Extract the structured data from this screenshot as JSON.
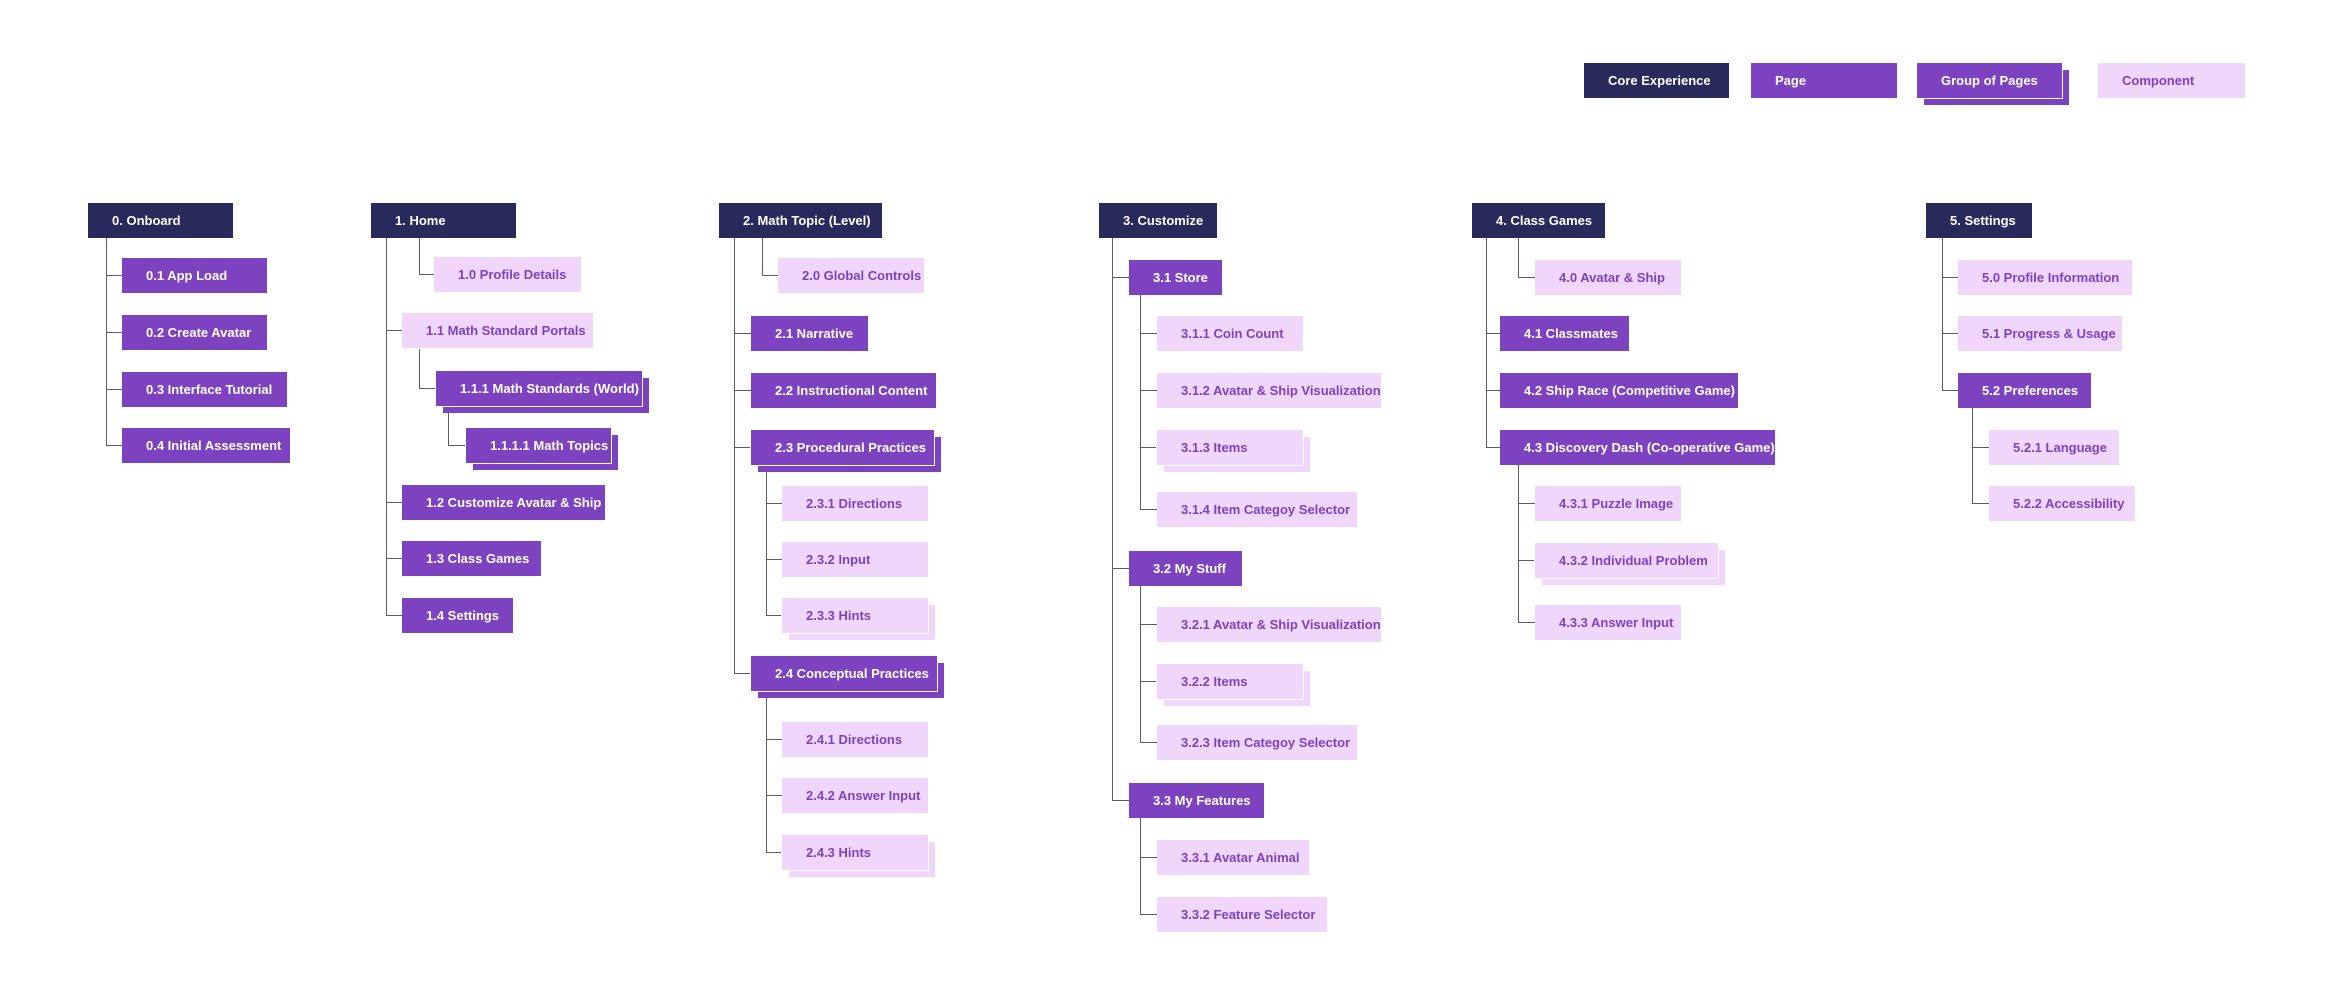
{
  "colors": {
    "core": "#292a5c",
    "page": "#7d42bf",
    "component": "#efd6fa",
    "component_text": "#7d42bf",
    "connector": "#5b5b6e"
  },
  "legend": [
    {
      "label": "Core Experience",
      "type": "core"
    },
    {
      "label": "Page",
      "type": "page"
    },
    {
      "label": "Group of Pages",
      "type": "group"
    },
    {
      "label": "Component",
      "type": "component"
    }
  ],
  "columns": [
    {
      "root": "0. Onboard",
      "children": [
        {
          "label": "0.1 App Load",
          "type": "page"
        },
        {
          "label": "0.2 Create Avatar",
          "type": "page"
        },
        {
          "label": "0.3 Interface Tutorial",
          "type": "page"
        },
        {
          "label": "0.4 Initial Assessment",
          "type": "page"
        }
      ]
    },
    {
      "root": "1. Home",
      "children": [
        {
          "label": "1.0 Profile Details",
          "type": "component"
        },
        {
          "label": "1.1 Math Standard Portals",
          "type": "component"
        },
        {
          "label": "1.1.1 Math Standards (World)",
          "type": "group"
        },
        {
          "label": "1.1.1.1 Math Topics",
          "type": "group"
        },
        {
          "label": "1.2 Customize Avatar & Ship",
          "type": "page"
        },
        {
          "label": "1.3 Class Games",
          "type": "page"
        },
        {
          "label": "1.4 Settings",
          "type": "page"
        }
      ]
    },
    {
      "root": "2. Math Topic (Level)",
      "children": [
        {
          "label": "2.0 Global Controls",
          "type": "component"
        },
        {
          "label": "2.1 Narrative",
          "type": "page"
        },
        {
          "label": "2.2 Instructional Content",
          "type": "page"
        },
        {
          "label": "2.3 Procedural Practices",
          "type": "group"
        },
        {
          "label": "2.3.1 Directions",
          "type": "component"
        },
        {
          "label": "2.3.2 Input",
          "type": "component"
        },
        {
          "label": "2.3.3 Hints",
          "type": "component-group"
        },
        {
          "label": "2.4 Conceptual Practices",
          "type": "group"
        },
        {
          "label": "2.4.1 Directions",
          "type": "component"
        },
        {
          "label": "2.4.2 Answer Input",
          "type": "component"
        },
        {
          "label": "2.4.3 Hints",
          "type": "component-group"
        }
      ]
    },
    {
      "root": "3. Customize",
      "children": [
        {
          "label": "3.1 Store",
          "type": "page"
        },
        {
          "label": "3.1.1 Coin Count",
          "type": "component"
        },
        {
          "label": "3.1.2 Avatar & Ship Visualization",
          "type": "component"
        },
        {
          "label": "3.1.3 Items",
          "type": "component-group"
        },
        {
          "label": "3.1.4 Item Categoy Selector",
          "type": "component"
        },
        {
          "label": "3.2 My Stuff",
          "type": "page"
        },
        {
          "label": "3.2.1 Avatar & Ship Visualization",
          "type": "component"
        },
        {
          "label": "3.2.2 Items",
          "type": "component-group"
        },
        {
          "label": "3.2.3 Item Categoy Selector",
          "type": "component"
        },
        {
          "label": "3.3 My Features",
          "type": "page"
        },
        {
          "label": "3.3.1 Avatar Animal",
          "type": "component"
        },
        {
          "label": "3.3.2 Feature Selector",
          "type": "component"
        }
      ]
    },
    {
      "root": "4. Class Games",
      "children": [
        {
          "label": "4.0 Avatar & Ship",
          "type": "component"
        },
        {
          "label": "4.1 Classmates",
          "type": "page"
        },
        {
          "label": "4.2 Ship Race (Competitive Game)",
          "type": "page"
        },
        {
          "label": "4.3 Discovery Dash (Co-operative Game)",
          "type": "page"
        },
        {
          "label": "4.3.1 Puzzle Image",
          "type": "component"
        },
        {
          "label": "4.3.2 Individual Problem",
          "type": "component-group"
        },
        {
          "label": "4.3.3 Answer Input",
          "type": "component"
        }
      ]
    },
    {
      "root": "5. Settings",
      "children": [
        {
          "label": "5.0 Profile Information",
          "type": "component"
        },
        {
          "label": "5.1 Progress & Usage",
          "type": "component"
        },
        {
          "label": "5.2 Preferences",
          "type": "page"
        },
        {
          "label": "5.2.1 Language",
          "type": "component"
        },
        {
          "label": "5.2.2 Accessibility",
          "type": "component"
        }
      ]
    }
  ]
}
